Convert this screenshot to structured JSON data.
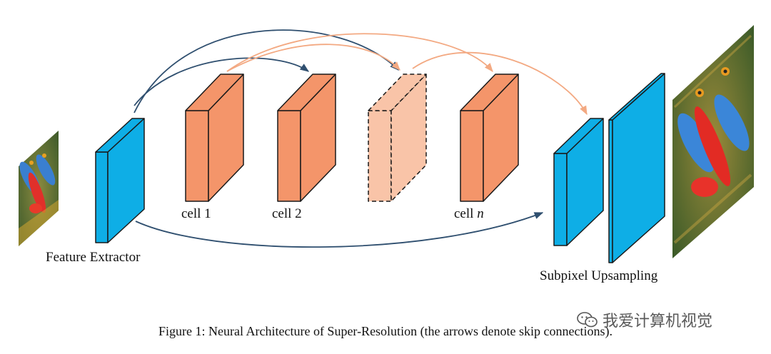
{
  "labels": {
    "feature_extractor": "Feature Extractor",
    "cell_1": "cell 1",
    "cell_2": "cell 2",
    "cell_n_prefix": "cell ",
    "cell_n_var": "n",
    "subpixel": "Subpixel Upsampling"
  },
  "caption": "Figure 1: Neural Architecture of Super-Resolution (the arrows denote skip connections).",
  "watermark": "我爱计算机视觉",
  "colors": {
    "blue_block": "#0eaee6",
    "orange_block": "#f4956a",
    "faded_block": "#f9c4a8",
    "dark_arrow": "#2f4f6f",
    "light_arrow": "#f3a982",
    "outline": "#1a1a1a"
  },
  "icons": {
    "input_image": "mandrill-lowres-image",
    "output_image": "mandrill-highres-image",
    "watermark_icon": "wechat-icon"
  }
}
